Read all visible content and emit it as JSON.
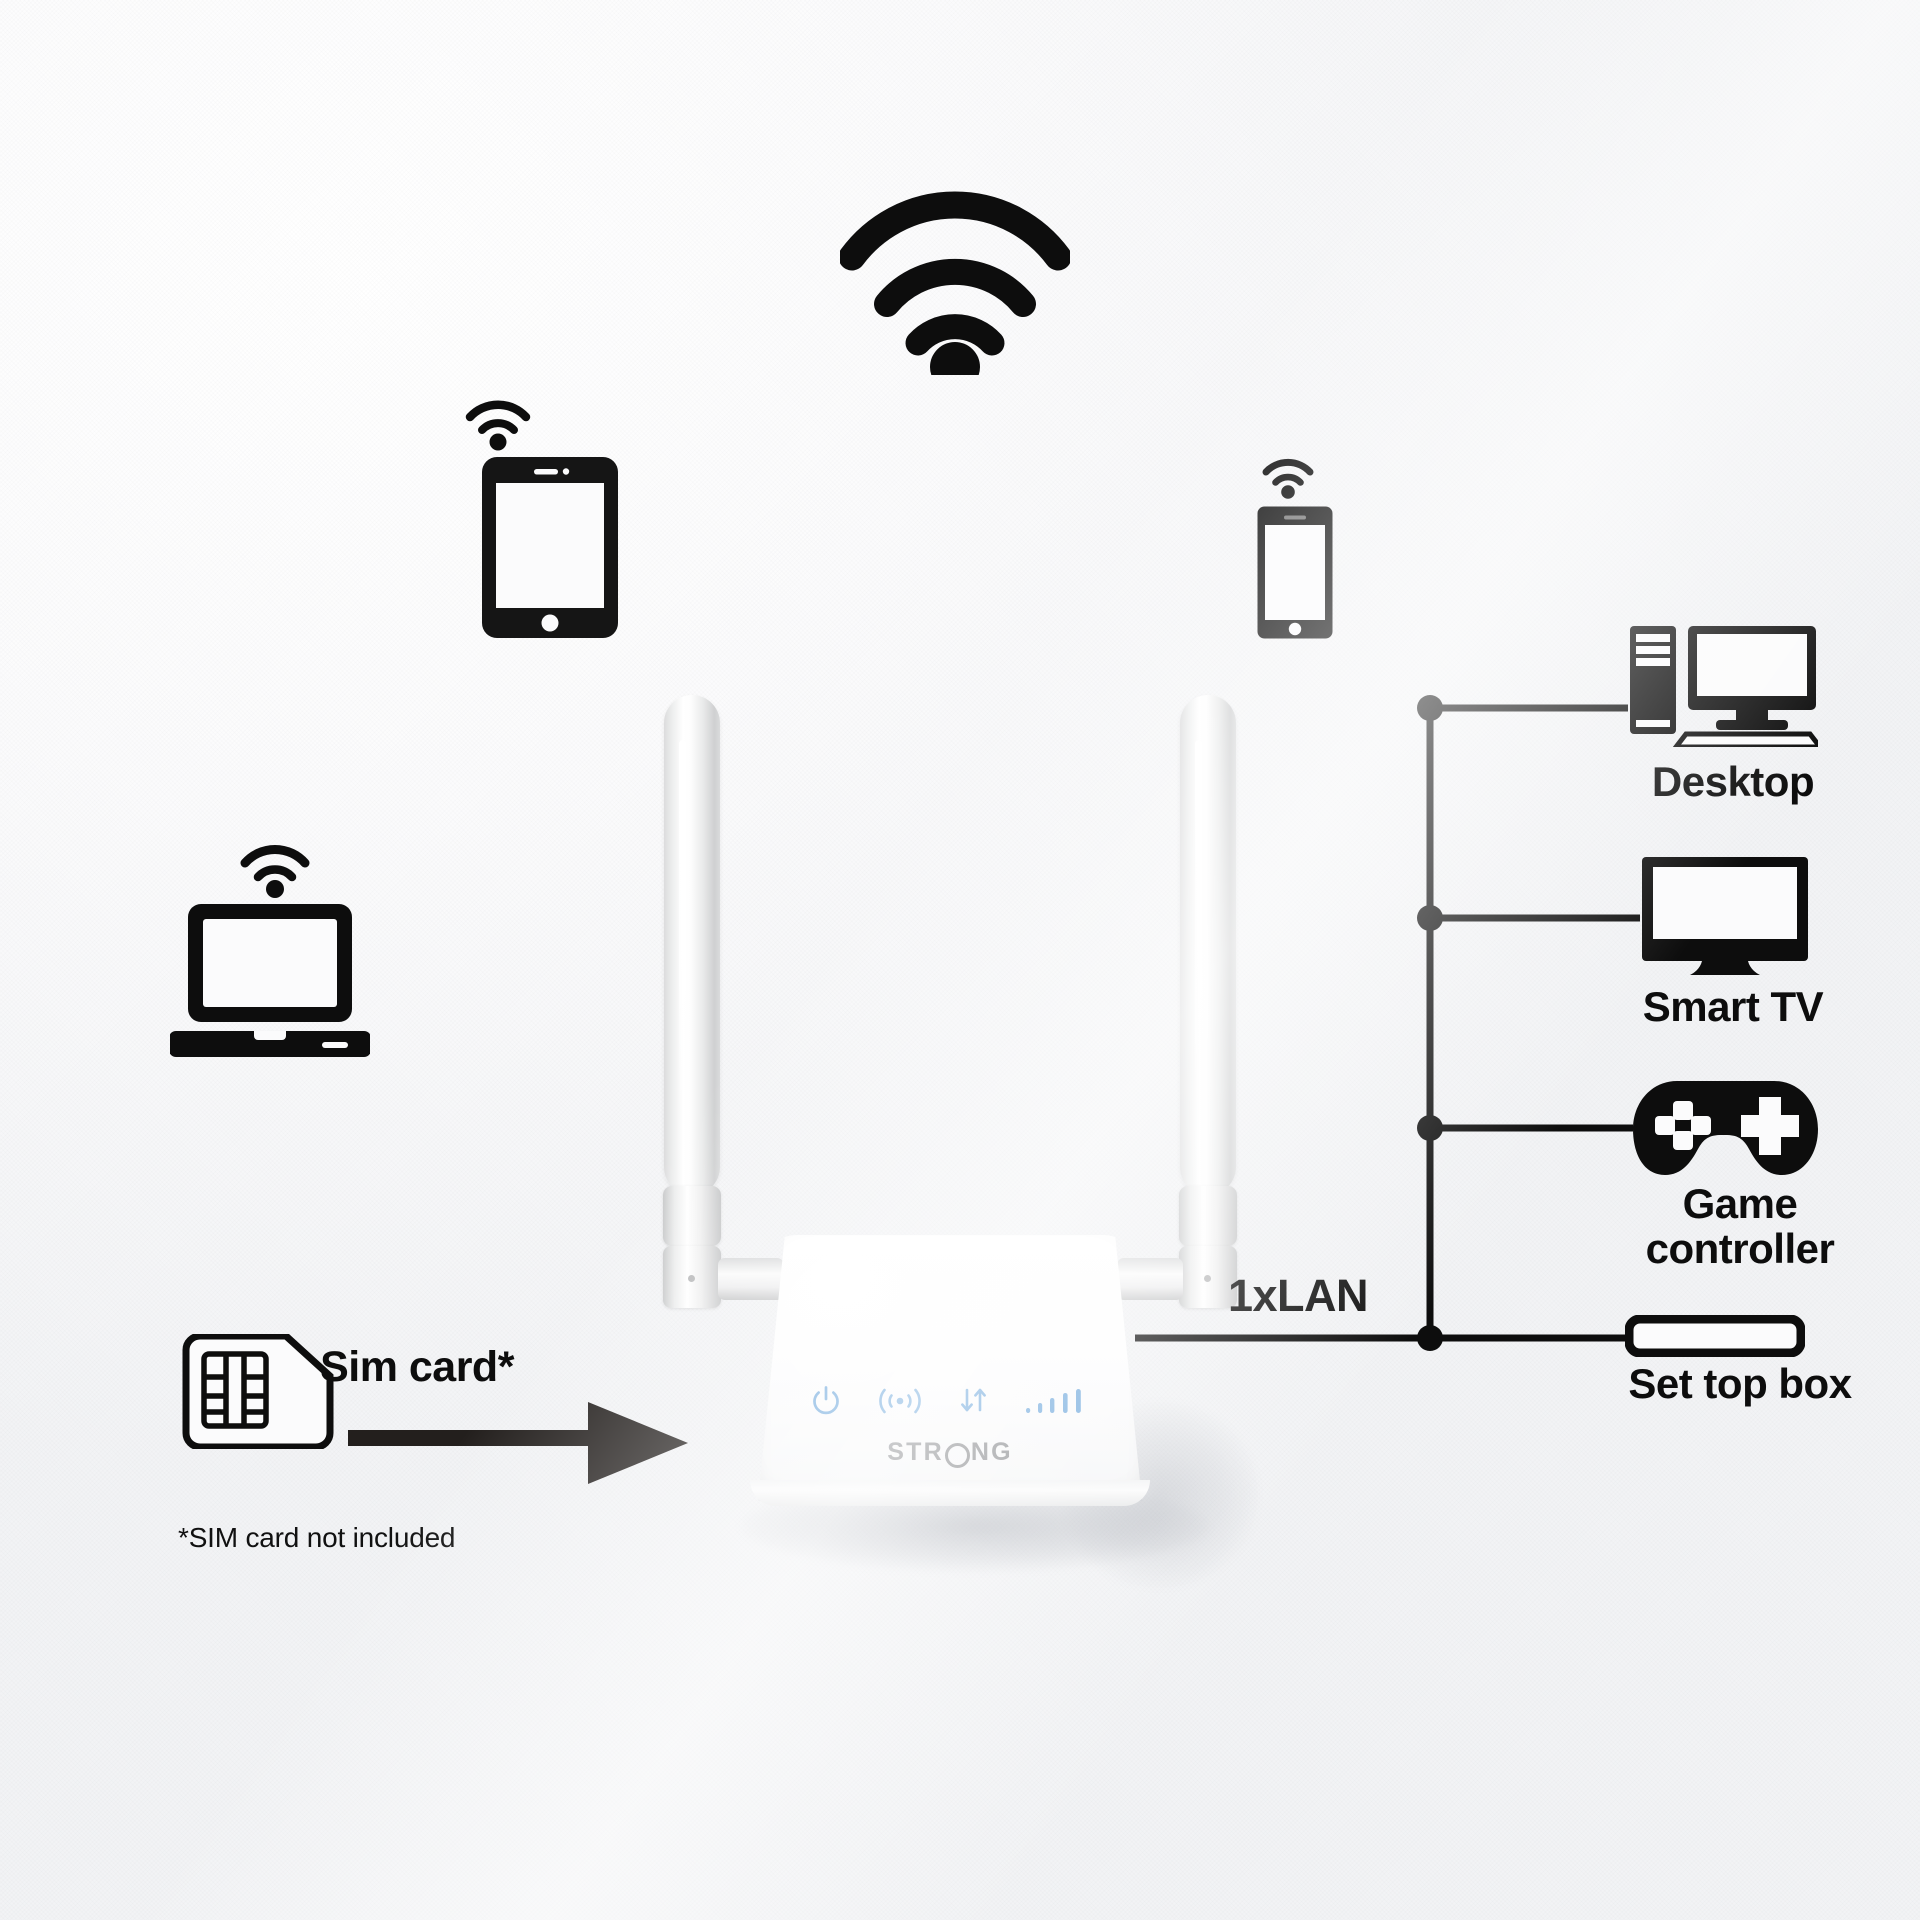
{
  "scene": {
    "title": "STRONG 4G LTE Router connectivity diagram",
    "background_color": "#f4f5f7",
    "accent_led_color": "#6fa8dc",
    "line_color": "#0d0d0d"
  },
  "router": {
    "brand_text": "STRONG",
    "brand_color": "#8b8d90",
    "antenna_count": 2,
    "leds": [
      {
        "name": "power-led",
        "icon": "power-icon",
        "label": "Power"
      },
      {
        "name": "wifi-led",
        "icon": "wifi-signal-icon",
        "label": "WiFi"
      },
      {
        "name": "data-led",
        "icon": "up-down-arrows-icon",
        "label": "Data"
      },
      {
        "name": "signal-led",
        "icon": "signal-bars-icon",
        "label": "Signal strength",
        "bars": 5
      }
    ]
  },
  "sim": {
    "arrow_label": "Sim card*",
    "footnote": "*SIM card not included",
    "icon": "sim-card-icon"
  },
  "lan": {
    "label": "1xLAN",
    "port_count": 1
  },
  "wired_devices": [
    {
      "label": "Desktop",
      "icon": "desktop-computer-icon"
    },
    {
      "label": "Smart TV",
      "icon": "smart-tv-icon"
    },
    {
      "label": "Game\ncontroller",
      "icon": "game-controller-icon"
    },
    {
      "label": "Set top box",
      "icon": "set-top-box-icon"
    }
  ],
  "wireless_devices": [
    {
      "name": "broadcast",
      "icon": "wifi-broadcast-icon"
    },
    {
      "name": "tablet",
      "icon": "tablet-icon",
      "signal_icon": "wifi-small-icon"
    },
    {
      "name": "smartphone",
      "icon": "smartphone-icon",
      "signal_icon": "wifi-small-icon"
    },
    {
      "name": "laptop",
      "icon": "laptop-icon",
      "signal_icon": "wifi-small-icon"
    }
  ]
}
